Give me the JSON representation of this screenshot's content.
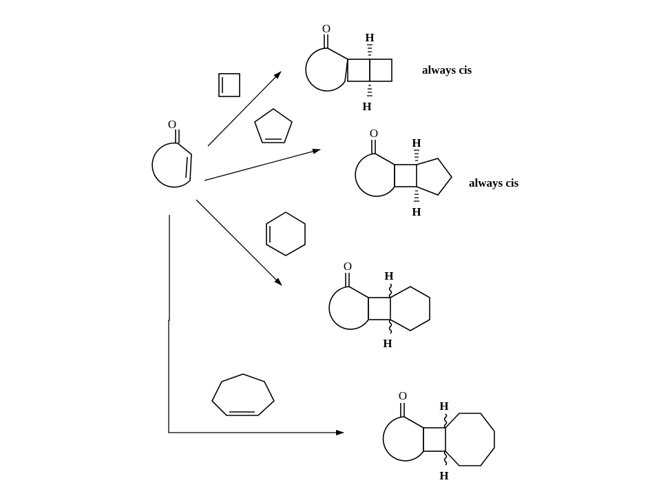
{
  "atoms": {
    "oxygen": "O",
    "hydrogen": "H"
  },
  "annotations": {
    "cyclobutene_product": "always cis",
    "cyclopentene_product": "always cis"
  },
  "reagents": [
    {
      "name": "cyclobutene"
    },
    {
      "name": "cyclopentene"
    },
    {
      "name": "cyclohexene"
    },
    {
      "name": "cycloheptene"
    }
  ]
}
